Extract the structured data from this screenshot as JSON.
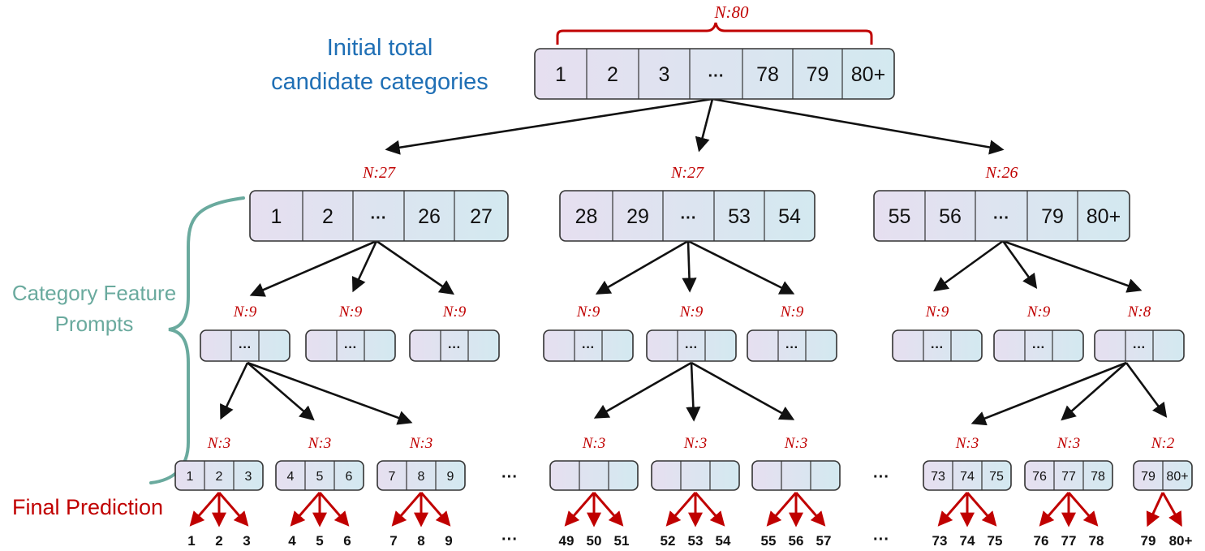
{
  "labels": {
    "initial": [
      "Initial total",
      "candidate categories"
    ],
    "feature": [
      "Category Feature",
      "Prompts"
    ],
    "final": "Final Prediction"
  },
  "colors": {
    "red": "#c00000",
    "blue": "#1f6fb5",
    "teal": "#6aaa9e",
    "box_start": "#e6dff0",
    "box_end": "#d3e9f0"
  },
  "ellipsis": "···",
  "root": {
    "n": "N:80",
    "cells": [
      "1",
      "2",
      "3",
      "···",
      "78",
      "79",
      "80+"
    ]
  },
  "level1": [
    {
      "n": "N:27",
      "cells": [
        "1",
        "2",
        "···",
        "26",
        "27"
      ]
    },
    {
      "n": "N:27",
      "cells": [
        "28",
        "29",
        "···",
        "53",
        "54"
      ]
    },
    {
      "n": "N:26",
      "cells": [
        "55",
        "56",
        "···",
        "79",
        "80+"
      ]
    }
  ],
  "level2": [
    {
      "n": "N:9"
    },
    {
      "n": "N:9"
    },
    {
      "n": "N:9"
    },
    {
      "n": "N:9"
    },
    {
      "n": "N:9"
    },
    {
      "n": "N:9"
    },
    {
      "n": "N:9"
    },
    {
      "n": "N:9"
    },
    {
      "n": "N:8"
    }
  ],
  "level3": [
    {
      "n": "N:3",
      "cells": [
        "1",
        "2",
        "3"
      ]
    },
    {
      "n": "N:3",
      "cells": [
        "4",
        "5",
        "6"
      ]
    },
    {
      "n": "N:3",
      "cells": [
        "7",
        "8",
        "9"
      ]
    },
    {
      "n": "N:3",
      "cells": [
        "",
        "",
        ""
      ]
    },
    {
      "n": "N:3",
      "cells": [
        "",
        "",
        ""
      ]
    },
    {
      "n": "N:3",
      "cells": [
        "",
        "",
        ""
      ]
    },
    {
      "n": "N:3",
      "cells": [
        "73",
        "74",
        "75"
      ]
    },
    {
      "n": "N:3",
      "cells": [
        "76",
        "77",
        "78"
      ]
    },
    {
      "n": "N:2",
      "cells": [
        "79",
        "80+"
      ]
    }
  ],
  "final_groups": [
    [
      "1",
      "2",
      "3"
    ],
    [
      "4",
      "5",
      "6"
    ],
    [
      "7",
      "8",
      "9"
    ],
    [
      "49",
      "50",
      "51"
    ],
    [
      "52",
      "53",
      "54"
    ],
    [
      "55",
      "56",
      "57"
    ],
    [
      "73",
      "74",
      "75"
    ],
    [
      "76",
      "77",
      "78"
    ],
    [
      "79",
      "80+"
    ]
  ]
}
